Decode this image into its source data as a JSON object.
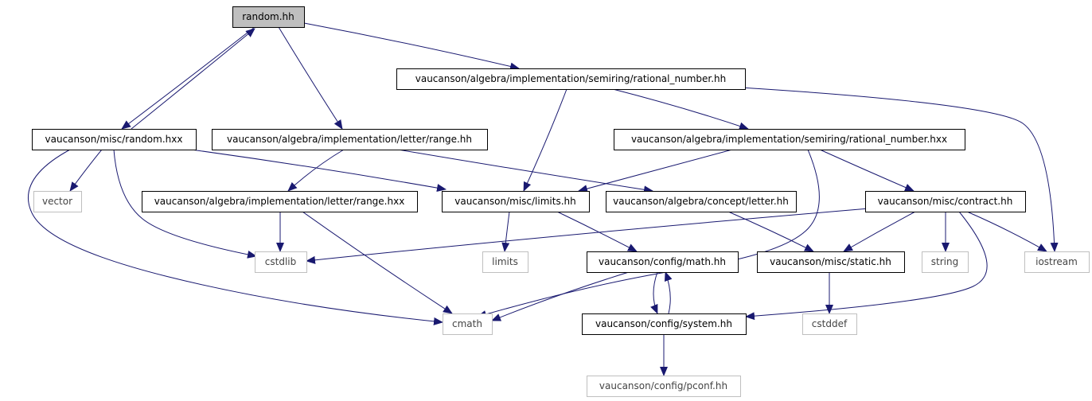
{
  "colors": {
    "edge": "#191970",
    "root_fill": "#bfbfbf",
    "node_border": "#000000",
    "external_border": "#bfbfbf",
    "node_fill": "#ffffff"
  },
  "nodes": [
    {
      "id": "random_hh",
      "label": "random.hh",
      "kind": "root"
    },
    {
      "id": "rational_number_hh",
      "label": "vaucanson/algebra/implementation/semiring/rational_number.hh",
      "kind": "internal"
    },
    {
      "id": "random_hxx",
      "label": "vaucanson/misc/random.hxx",
      "kind": "internal"
    },
    {
      "id": "range_hh",
      "label": "vaucanson/algebra/implementation/letter/range.hh",
      "kind": "internal"
    },
    {
      "id": "rational_number_hxx",
      "label": "vaucanson/algebra/implementation/semiring/rational_number.hxx",
      "kind": "internal"
    },
    {
      "id": "vector",
      "label": "vector",
      "kind": "external"
    },
    {
      "id": "range_hxx",
      "label": "vaucanson/algebra/implementation/letter/range.hxx",
      "kind": "internal"
    },
    {
      "id": "limits_hh",
      "label": "vaucanson/misc/limits.hh",
      "kind": "internal"
    },
    {
      "id": "letter_hh",
      "label": "vaucanson/algebra/concept/letter.hh",
      "kind": "internal"
    },
    {
      "id": "contract_hh",
      "label": "vaucanson/misc/contract.hh",
      "kind": "internal"
    },
    {
      "id": "cstdlib",
      "label": "cstdlib",
      "kind": "external"
    },
    {
      "id": "limits",
      "label": "limits",
      "kind": "external"
    },
    {
      "id": "math_hh",
      "label": "vaucanson/config/math.hh",
      "kind": "internal"
    },
    {
      "id": "static_hh",
      "label": "vaucanson/misc/static.hh",
      "kind": "internal"
    },
    {
      "id": "string",
      "label": "string",
      "kind": "external"
    },
    {
      "id": "iostream",
      "label": "iostream",
      "kind": "external"
    },
    {
      "id": "cmath",
      "label": "cmath",
      "kind": "external"
    },
    {
      "id": "system_hh",
      "label": "vaucanson/config/system.hh",
      "kind": "internal"
    },
    {
      "id": "cstddef",
      "label": "cstddef",
      "kind": "external"
    },
    {
      "id": "pconf_hh",
      "label": "vaucanson/config/pconf.hh",
      "kind": "external"
    }
  ],
  "edges": [
    [
      "random_hh",
      "rational_number_hh"
    ],
    [
      "random_hh",
      "random_hxx"
    ],
    [
      "random_hh",
      "range_hh"
    ],
    [
      "random_hxx",
      "random_hh"
    ],
    [
      "random_hxx",
      "vector"
    ],
    [
      "random_hxx",
      "cstdlib"
    ],
    [
      "random_hxx",
      "cmath"
    ],
    [
      "random_hxx",
      "limits_hh"
    ],
    [
      "rational_number_hh",
      "limits_hh"
    ],
    [
      "rational_number_hh",
      "rational_number_hxx"
    ],
    [
      "rational_number_hh",
      "iostream"
    ],
    [
      "range_hh",
      "range_hxx"
    ],
    [
      "range_hh",
      "letter_hh"
    ],
    [
      "rational_number_hxx",
      "limits_hh"
    ],
    [
      "rational_number_hxx",
      "contract_hh"
    ],
    [
      "rational_number_hxx",
      "cmath"
    ],
    [
      "range_hxx",
      "cstdlib"
    ],
    [
      "range_hxx",
      "cmath"
    ],
    [
      "limits_hh",
      "limits"
    ],
    [
      "limits_hh",
      "math_hh"
    ],
    [
      "letter_hh",
      "static_hh"
    ],
    [
      "contract_hh",
      "cstdlib"
    ],
    [
      "contract_hh",
      "static_hh"
    ],
    [
      "contract_hh",
      "string"
    ],
    [
      "contract_hh",
      "iostream"
    ],
    [
      "contract_hh",
      "system_hh"
    ],
    [
      "math_hh",
      "cmath"
    ],
    [
      "math_hh",
      "system_hh"
    ],
    [
      "system_hh",
      "math_hh"
    ],
    [
      "system_hh",
      "pconf_hh"
    ],
    [
      "static_hh",
      "cstddef"
    ]
  ]
}
